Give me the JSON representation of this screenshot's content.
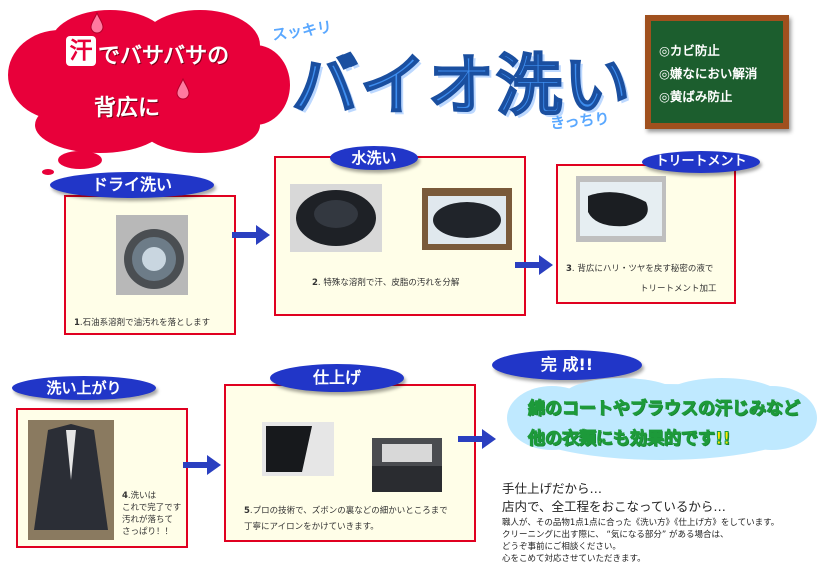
{
  "hero": {
    "sweat_char": "汗",
    "line1_rest": "でバサバサの",
    "line2": "背広に",
    "sukkiri": "スッキリ",
    "title": "バイオ洗い",
    "kicchiri": "きっちり"
  },
  "board": {
    "items": [
      "◎カビ防止",
      "◎嫌なにおい解消",
      "◎黄ばみ防止"
    ]
  },
  "steps": {
    "dry": {
      "label": "ドライ洗い",
      "num": "1",
      "caption": ".石油系溶剤で油汚れを落とします"
    },
    "water": {
      "label": "水洗い",
      "num": "2",
      "caption": ". 特殊な溶剤で汗、皮脂の汚れを分解"
    },
    "treatment": {
      "label": "トリートメント",
      "num": "3",
      "caption_a": ". 背広にハリ・ツヤを戻す秘密の液で",
      "caption_b": "トリートメント加工"
    },
    "rinse": {
      "label": "洗い上がり",
      "num": "4",
      "caption_a": ".洗いは",
      "caption_b": "これで完了です",
      "caption_c": "汚れが落ちて",
      "caption_d": "さっぱり！！"
    },
    "finish": {
      "label": "仕上げ",
      "num": "5",
      "caption_a": ".プロの技術で、ズボンの裏などの細かいところまで",
      "caption_b": "丁寧にアイロンをかけていきます。"
    }
  },
  "complete": {
    "label": "完 成!!",
    "banner_line1": "綿のコートやブラウスの汗じみなど",
    "banner_line2": "他の衣類にも効果的です!!"
  },
  "footer": {
    "line1": "手仕上げだから…",
    "line2": "店内で、全工程をおこなっているから…",
    "line3": "職人が、その品物1点1点に合った《洗い方》《仕上げ方》をしています。",
    "line4": "クリーニングに出す際に、 “気になる部分” がある場合は、",
    "line5": "どうぞ事前にご相談ください。",
    "line6": "心をこめて対応させていただきます。"
  },
  "colors": {
    "accent_red": "#e00020",
    "bubble_blue": "#2136c8",
    "title_blue": "#3e8ef0",
    "panel_bg": "#fffee8",
    "board_green": "#1c5e2e"
  }
}
